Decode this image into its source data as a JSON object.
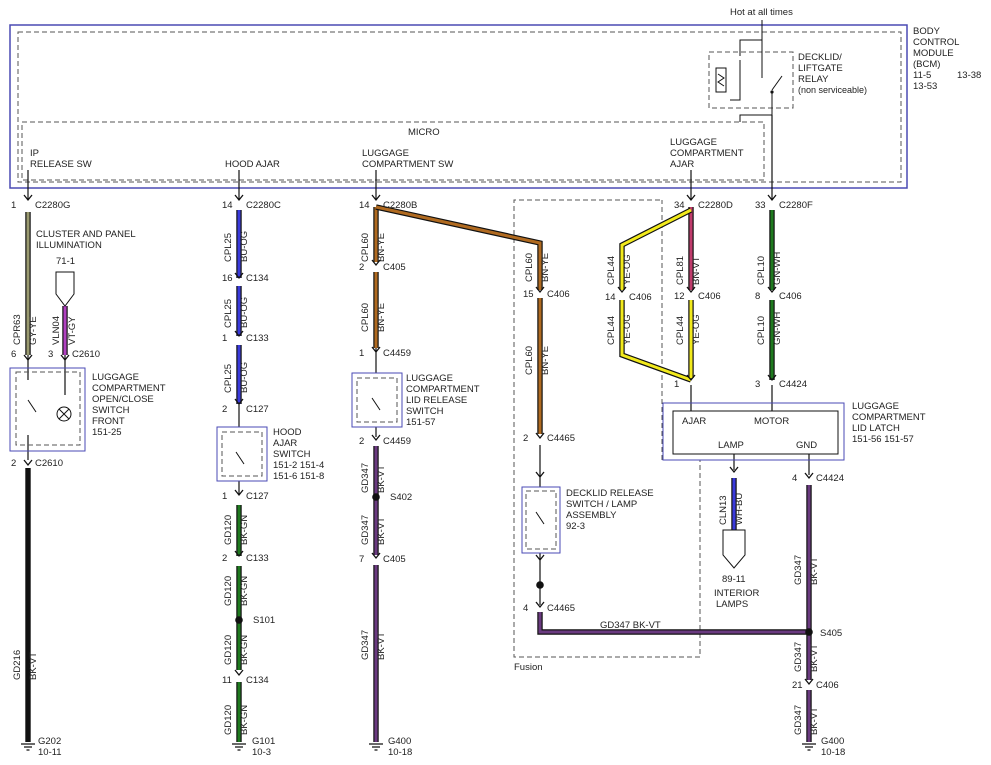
{
  "bcm": {
    "lines": [
      "BODY",
      "CONTROL",
      "MODULE",
      "(BCM)",
      "11-5",
      "13-38",
      "13-53"
    ],
    "hot": "Hot at all times",
    "relay": [
      "DECKLID/",
      "LIFTGATE",
      "RELAY",
      "(non serviceable)"
    ],
    "micro": "MICRO",
    "outputs": {
      "ip": [
        "IP",
        "RELEASE SW"
      ],
      "hood": [
        "HOOD AJAR"
      ],
      "lcsw": [
        "LUGGAGE",
        "COMPARTMENT SW"
      ],
      "ajar": [
        "LUGGAGE",
        "COMPARTMENT",
        "AJAR"
      ]
    }
  },
  "connectors": {
    "c1": {
      "pin": "1",
      "name": "C2280G"
    },
    "c2": {
      "pin": "14",
      "name": "C2280C"
    },
    "c3": {
      "pin": "14",
      "name": "C2280B"
    },
    "c4": {
      "pin": "34",
      "name": "C2280D"
    },
    "c5": {
      "pin": "33",
      "name": "C2280F"
    },
    "c6": {
      "pin": "16",
      "name": "C134"
    },
    "c7": {
      "pin": "1",
      "name": "C133"
    },
    "c8": {
      "pin": "2",
      "name": "C127"
    },
    "c9": {
      "pin": "1",
      "name": "C127"
    },
    "c10": {
      "pin": "2",
      "name": "C133"
    },
    "c11": {
      "pin": "11",
      "name": "C134"
    },
    "c12": {
      "pin": "2",
      "name": "C405"
    },
    "c13": {
      "pin": "1",
      "name": "C4459"
    },
    "c14": {
      "pin": "2",
      "name": "C4459"
    },
    "c15": {
      "pin": "7",
      "name": "C405"
    },
    "c16": {
      "pin": "15",
      "name": "C406"
    },
    "c17": {
      "pin": "2",
      "name": "C4465"
    },
    "c18": {
      "pin": "4",
      "name": "C4465"
    },
    "c19": {
      "pin": "14",
      "name": "C406"
    },
    "c20": {
      "pin": "12",
      "name": "C406"
    },
    "c21": {
      "pin": "8",
      "name": "C406"
    },
    "c22": {
      "pin": "1",
      "name": ""
    },
    "c23": {
      "pin": "3",
      "name": "C4424"
    },
    "c24": {
      "pin": "4",
      "name": "C4424"
    },
    "c25": {
      "pin": "21",
      "name": "C406"
    },
    "c26": {
      "pin": "6",
      "name": ""
    },
    "c27": {
      "pin": "3",
      "name": "C2610"
    },
    "c28": {
      "pin": "2",
      "name": "C2610"
    }
  },
  "splices": {
    "s101": "S101",
    "s402": "S402",
    "s405": "S405"
  },
  "grounds": {
    "g202": {
      "name": "G202",
      "ref": "10-11"
    },
    "g101": {
      "name": "G101",
      "ref": "10-3"
    },
    "g400a": {
      "name": "G400",
      "ref": "10-18"
    },
    "g400b": {
      "name": "G400",
      "ref": "10-18"
    }
  },
  "wires": {
    "w1": {
      "circuit": "CPR63",
      "color": "GY-YE"
    },
    "w2": {
      "circuit": "VLN04",
      "color": "VT-GY"
    },
    "w3": {
      "circuit": "GD216",
      "color": "BK-VT"
    },
    "w4": {
      "circuit": "CPL25",
      "color": "BU-OG"
    },
    "w5": {
      "circuit": "CPL25",
      "color": "BU-OG"
    },
    "w6": {
      "circuit": "CPL25",
      "color": "BU-OG"
    },
    "w7": {
      "circuit": "GD120",
      "color": "BK-GN"
    },
    "w8": {
      "circuit": "GD120",
      "color": "BK-GN"
    },
    "w9": {
      "circuit": "GD120",
      "color": "BK-GN"
    },
    "w10": {
      "circuit": "GD120",
      "color": "BK-GN"
    },
    "w11": {
      "circuit": "CPL60",
      "color": "BN-YE"
    },
    "w12": {
      "circuit": "CPL60",
      "color": "BN-YE"
    },
    "w13": {
      "circuit": "GD347",
      "color": "BK-VT"
    },
    "w14": {
      "circuit": "GD347",
      "color": "BK-VT"
    },
    "w15": {
      "circuit": "GD347",
      "color": "BK-VT"
    },
    "w16": {
      "circuit": "CPL60",
      "color": "BN-YE"
    },
    "w17": {
      "circuit": "CPL60",
      "color": "BN-YE"
    },
    "w18": {
      "circuit": "CPL44",
      "color": "YE-OG"
    },
    "w19": {
      "circuit": "CPL44",
      "color": "YE-OG"
    },
    "w20": {
      "circuit": "CPL81",
      "color": "BN-VT"
    },
    "w21": {
      "circuit": "CPL44",
      "color": "YE-OG"
    },
    "w22": {
      "circuit": "CPL10",
      "color": "GN-WH"
    },
    "w23": {
      "circuit": "CPL10",
      "color": "GN-WH"
    },
    "w24": {
      "circuit": "CLN13",
      "color": "WH-BU"
    },
    "w25": {
      "circuit": "GD347",
      "color": "BK-VT"
    },
    "w26": {
      "circuit": "GD347",
      "color": "BK-VT"
    },
    "w27": {
      "circuit": "GD347",
      "color": "BK-VT"
    }
  },
  "horiz_wire": "GD347   BK-VT",
  "cluster": {
    "label": [
      "CLUSTER AND PANEL",
      "ILLUMINATION"
    ],
    "ref": "71-1"
  },
  "components": {
    "lcs_front": [
      "LUGGAGE",
      "COMPARTMENT",
      "OPEN/CLOSE",
      "SWITCH",
      "FRONT",
      "151-25"
    ],
    "hood_sw": [
      "HOOD",
      "AJAR",
      "SWITCH",
      "151-2  151-4",
      "151-6  151-8"
    ],
    "lid_release": [
      "LUGGAGE",
      "COMPARTMENT",
      "LID RELEASE",
      "SWITCH",
      "151-57"
    ],
    "decklid_sw": [
      "DECKLID RELEASE",
      "SWITCH / LAMP",
      "ASSEMBLY",
      "92-3"
    ],
    "latch": [
      "LUGGAGE",
      "COMPARTMENT",
      "LID LATCH",
      "151-56  151-57"
    ],
    "latch_pins": {
      "ajar": "AJAR",
      "motor": "MOTOR",
      "lamp": "LAMP",
      "gnd": "GND"
    },
    "interior": [
      "89-11",
      "INTERIOR",
      "LAMPS"
    ]
  },
  "fusion": "Fusion",
  "wire_colors": {
    "gray": "#9a9a70",
    "violet": "#b040c0",
    "black": "#111111",
    "blue": "#3a3adc",
    "green": "#1f7a1f",
    "brown": "#b06a20",
    "yellow": "#f2ea1c",
    "brownvt": "#c03c6c",
    "bcm_border": "#4a4ab4",
    "bkvt": "#6a3a80"
  }
}
